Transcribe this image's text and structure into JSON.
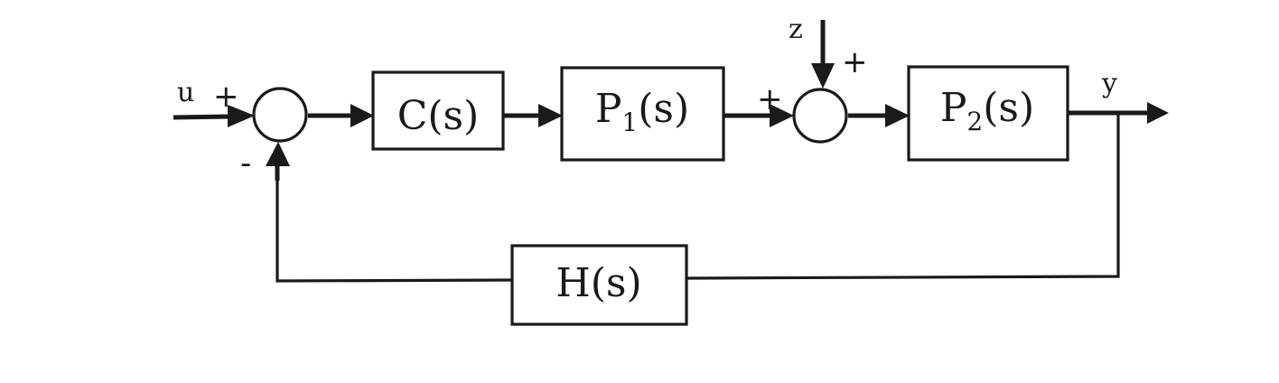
{
  "diagram": {
    "type": "block-diagram",
    "description": "Feedback control loop with disturbance",
    "color": "#1a1a1a",
    "signals": {
      "input": "u",
      "disturbance": "z",
      "output": "y"
    },
    "blocks": {
      "controller": {
        "main": "C",
        "sub": "",
        "arg": "(s)"
      },
      "plant1": {
        "main": "P",
        "sub": "1",
        "arg": "(s)"
      },
      "plant2": {
        "main": "P",
        "sub": "2",
        "arg": "(s)"
      },
      "feedback": {
        "main": "H",
        "sub": "",
        "arg": "(s)"
      }
    },
    "junctions": {
      "sum1": {
        "signs": {
          "input": "+",
          "feedback": "-"
        }
      },
      "sum2": {
        "signs": {
          "plant1": "+",
          "disturbance": "+"
        }
      }
    },
    "edges": [
      {
        "from": "u",
        "to": "sum1"
      },
      {
        "from": "sum1",
        "to": "controller"
      },
      {
        "from": "controller",
        "to": "plant1"
      },
      {
        "from": "plant1",
        "to": "sum2"
      },
      {
        "from": "z",
        "to": "sum2"
      },
      {
        "from": "sum2",
        "to": "plant2"
      },
      {
        "from": "plant2",
        "to": "y"
      },
      {
        "from": "y",
        "to": "feedback"
      },
      {
        "from": "feedback",
        "to": "sum1"
      }
    ]
  }
}
